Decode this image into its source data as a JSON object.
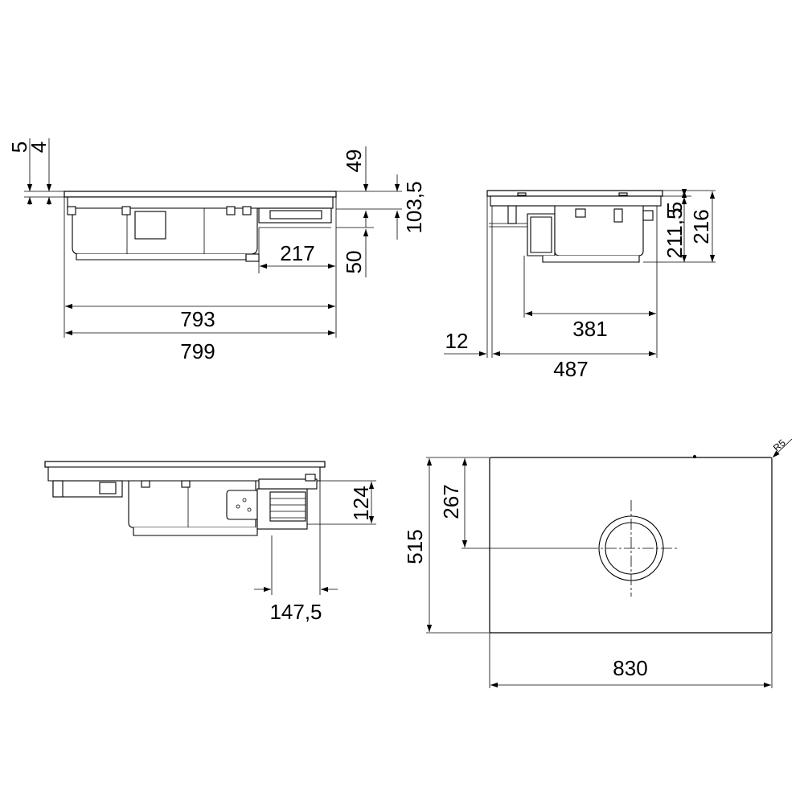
{
  "drawing": {
    "front_view": {
      "dim_5": "5",
      "dim_4": "4",
      "dim_49": "49",
      "dim_103_5": "103,5",
      "dim_217": "217",
      "dim_50": "50",
      "dim_793": "793",
      "dim_799": "799"
    },
    "side_view": {
      "dim_5": "5",
      "dim_211_5": "211,5",
      "dim_216": "216",
      "dim_381": "381",
      "dim_12": "12",
      "dim_487": "487"
    },
    "rear_view": {
      "dim_124": "124",
      "dim_147_5": "147,5"
    },
    "top_view": {
      "dim_r5": "R5",
      "dim_267": "267",
      "dim_515": "515",
      "dim_830": "830"
    }
  }
}
